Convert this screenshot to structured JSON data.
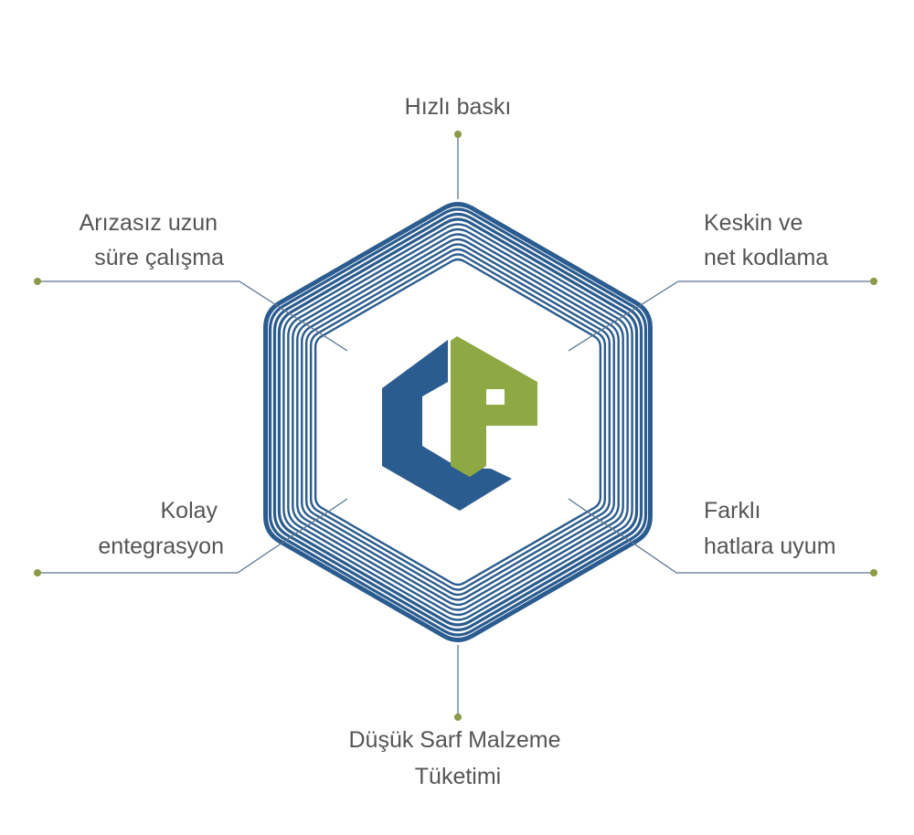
{
  "features": {
    "top": "Hızlı baskı",
    "upper_left": [
      "Arızasız uzun",
      "süre çalışma"
    ],
    "upper_right": [
      "Keskin ve",
      "net kodlama"
    ],
    "lower_left": [
      "Kolay",
      "entegrasyon"
    ],
    "lower_right": [
      "Farklı",
      "hatlara uyum"
    ],
    "bottom": [
      "Düşük Sarf Malzeme",
      "Tüketimi"
    ]
  },
  "colors": {
    "hexagon_blue": "#2b5c8f",
    "logo_green": "#8ea843",
    "dot_green": "#8a9a46",
    "leader_line": "#5a7590",
    "text": "#555555"
  },
  "icons": {
    "logo": "cp-logo-icon",
    "dot": "dot-marker-icon"
  }
}
